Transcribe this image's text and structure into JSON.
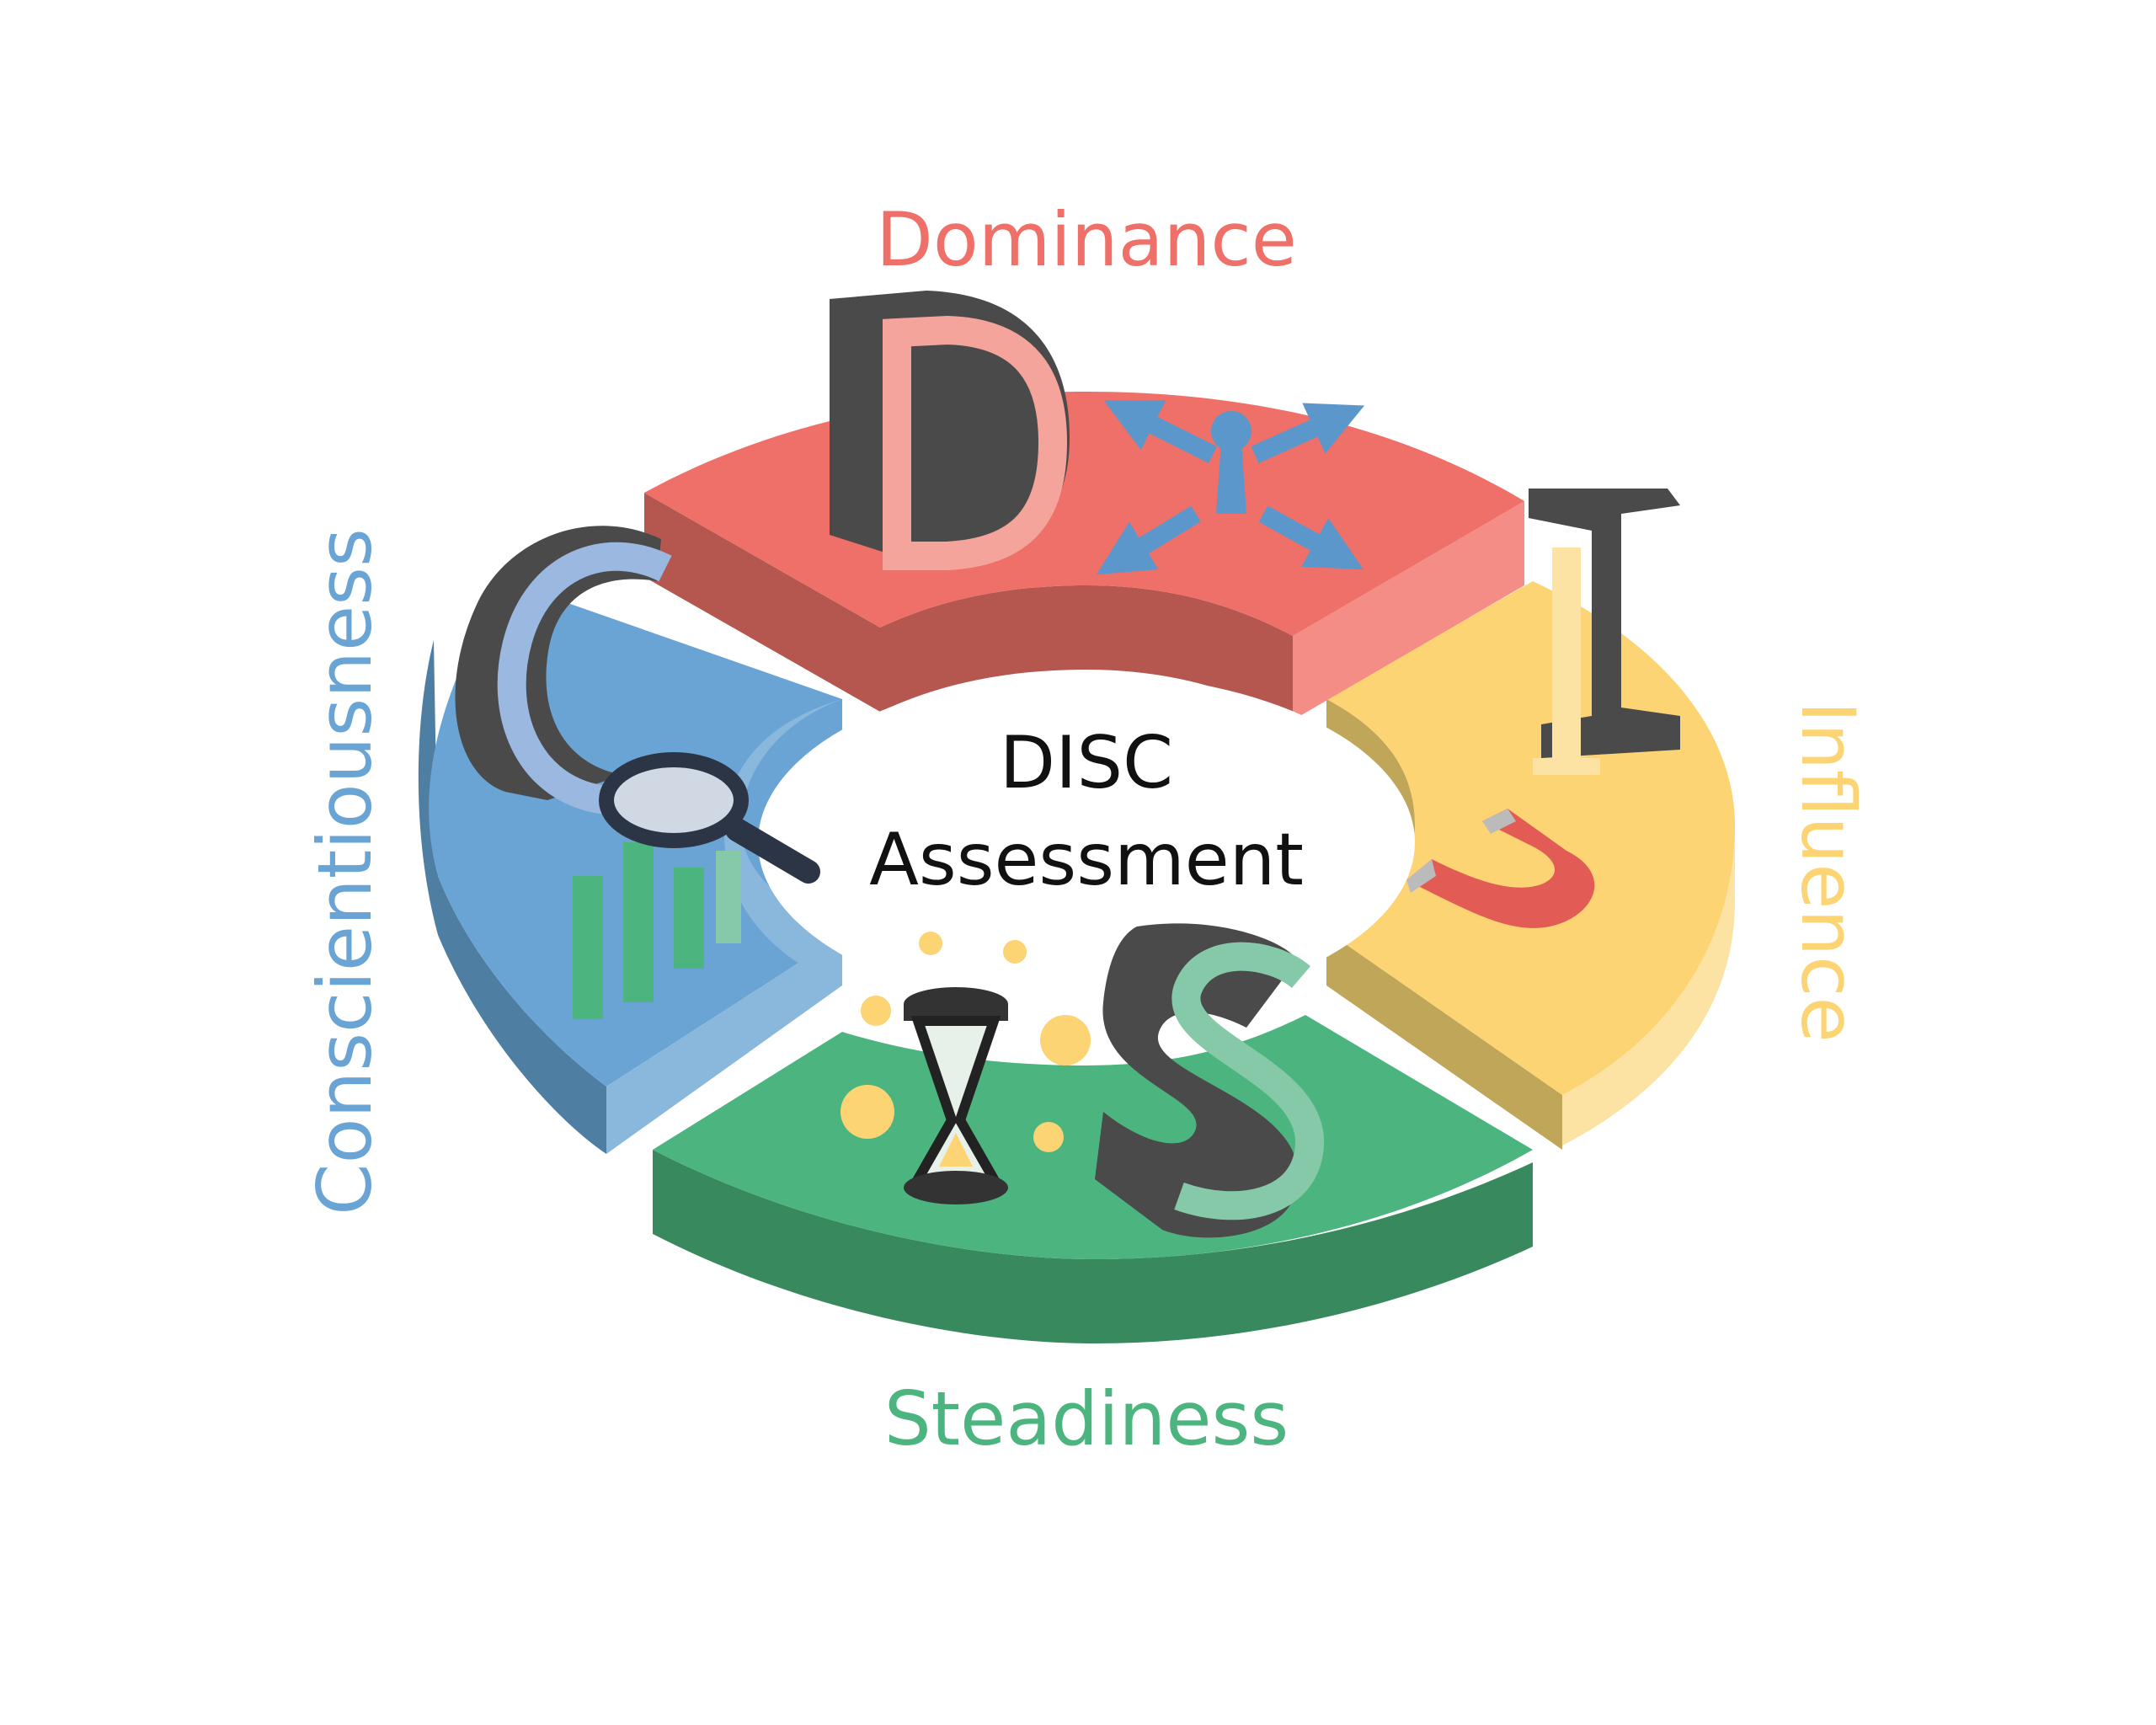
{
  "center": {
    "line1": "DISC",
    "line2": "Assessment"
  },
  "segments": [
    {
      "key": "D",
      "letter": "D",
      "label": "Dominance",
      "color": "#ee7068",
      "dark": "#b5564f",
      "light": "#f4a49b",
      "icon": "arrows-keyhole-icon"
    },
    {
      "key": "I",
      "letter": "I",
      "label": "Influence",
      "color": "#fcd474",
      "dark": "#c0a659",
      "light": "#fde3a3",
      "icon": "magnet-icon"
    },
    {
      "key": "S",
      "letter": "S",
      "label": "Steadiness",
      "color": "#4cb57f",
      "dark": "#388a5e",
      "light": "#86c9a8",
      "icon": "hourglass-coins-icon"
    },
    {
      "key": "C",
      "letter": "C",
      "label": "Conscientiousness",
      "color": "#6aa4d4",
      "dark": "#4f7ea3",
      "light": "#9ab8e0",
      "icon": "magnifier-chart-icon"
    }
  ],
  "colors": {
    "text_dark": "#111111",
    "letter_shadow": "#4a4a4a",
    "background": "#ffffff"
  }
}
